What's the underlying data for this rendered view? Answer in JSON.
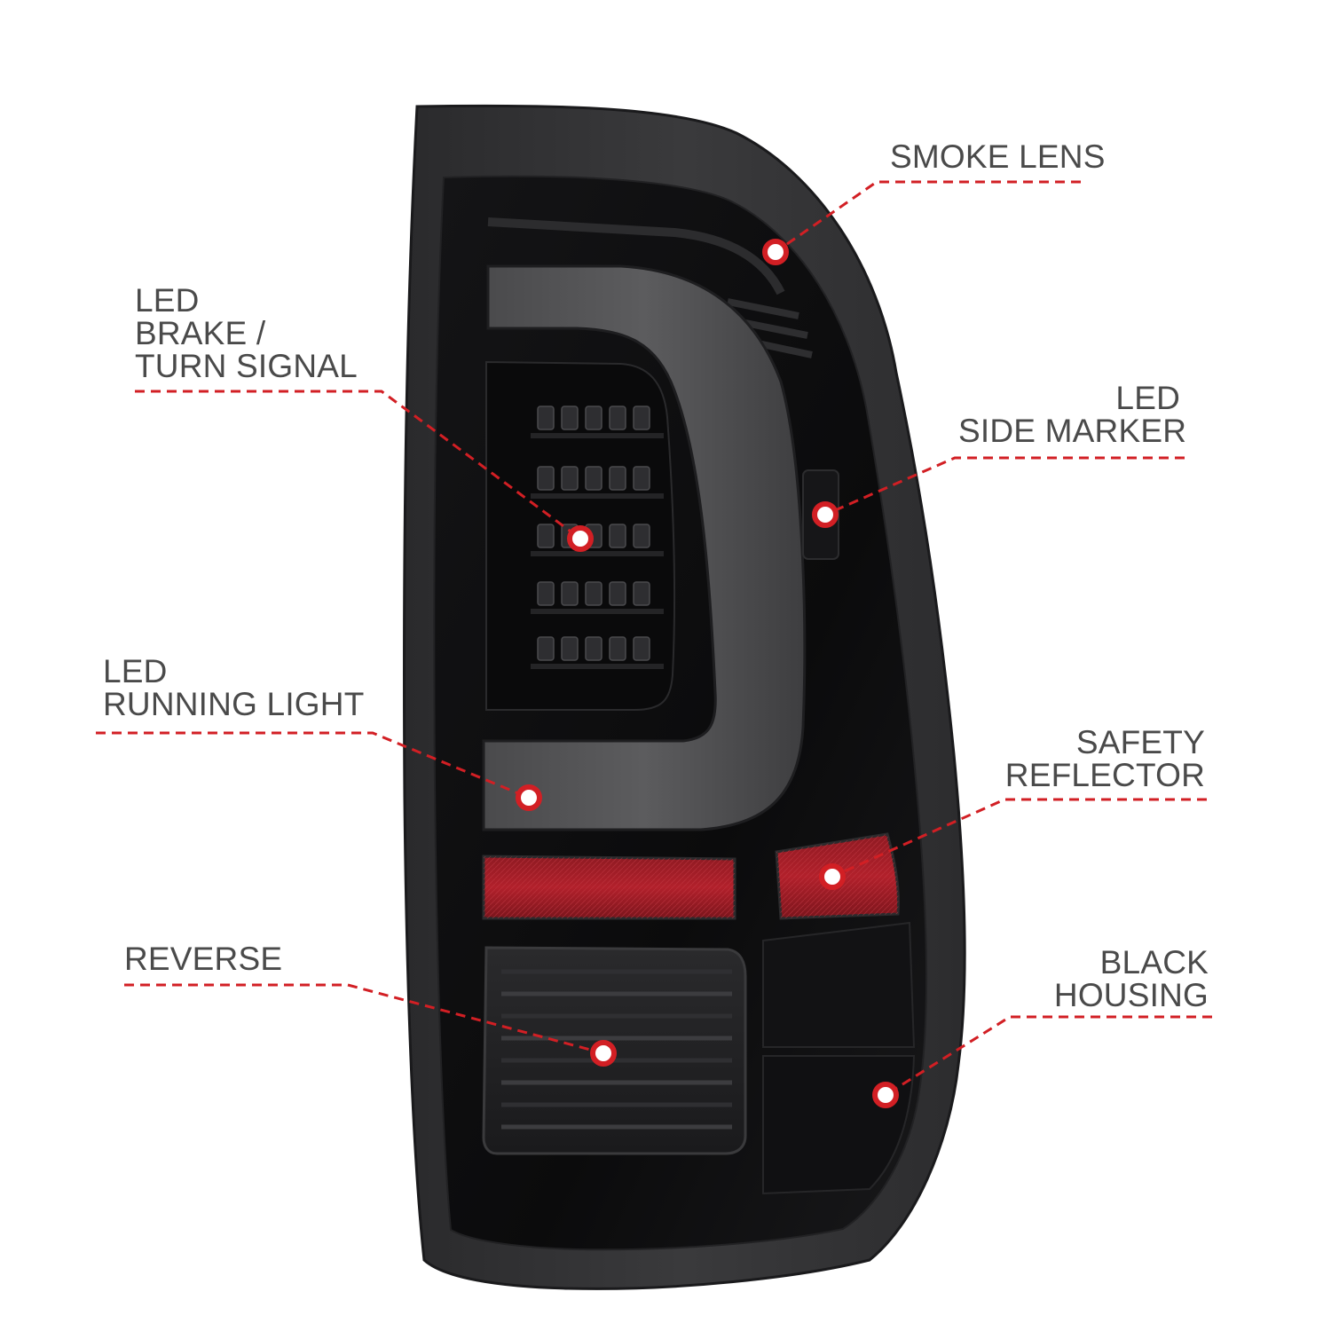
{
  "colors": {
    "callout_line": "#d21f24",
    "callout_dot": "#d21f24",
    "label_text": "#4a4a4a",
    "housing": "#1a1a1c",
    "reflector": "#b2202b"
  },
  "product": {
    "icon": "tail-light-assembly"
  },
  "callouts": {
    "smoke_lens": {
      "lines": [
        "SMOKE LENS"
      ]
    },
    "led_brake_turn": {
      "lines": [
        "LED",
        "BRAKE /",
        "TURN SIGNAL"
      ]
    },
    "led_side_marker": {
      "lines": [
        "LED",
        "SIDE MARKER"
      ]
    },
    "led_running_light": {
      "lines": [
        "LED",
        "RUNNING LIGHT"
      ]
    },
    "safety_reflector": {
      "lines": [
        "SAFETY",
        "REFLECTOR"
      ]
    },
    "reverse": {
      "lines": [
        "REVERSE"
      ]
    },
    "black_housing": {
      "lines": [
        "BLACK",
        "HOUSING"
      ]
    }
  }
}
